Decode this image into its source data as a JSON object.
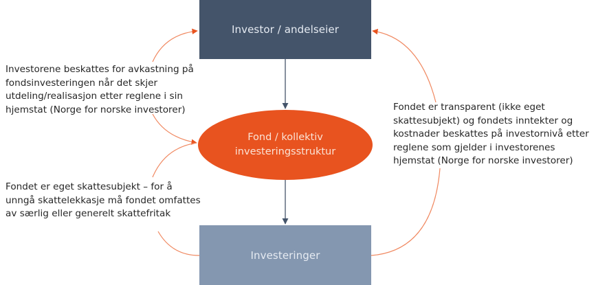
{
  "diagram": {
    "nodes": {
      "investor": {
        "label": "Investor / andelseier",
        "color": "#44546A"
      },
      "fund": {
        "label_lines": [
          "Fond / kollektiv",
          "investeringsstruktur"
        ],
        "color": "#E8531F"
      },
      "investments": {
        "label": "Investeringer",
        "color": "#8497B0"
      }
    },
    "notes": {
      "left_top": "Investorene beskattes for avkastning på fondsinvesteringen når det skjer utdeling/realisasjon etter reglene i sin hjemstat (Norge for norske investorer)",
      "left_bottom": "Fondet er eget skattesubjekt – for å unngå skattelekkasje må fondet omfattes av særlig eller generelt skattefritak",
      "right": "Fondet er transparent (ikke eget skattesubjekt) og fondets inntekter og kostnader beskattes på investornivå etter reglene som gjelder i investorenes hjemstat (Norge for norske investorer)"
    },
    "edges": [
      {
        "from": "investor",
        "to": "fund",
        "style": "straight"
      },
      {
        "from": "fund",
        "to": "investments",
        "style": "straight"
      },
      {
        "from": "fund",
        "to": "investor",
        "style": "curved-left",
        "via_note": "left_top"
      },
      {
        "from": "investments",
        "to": "fund",
        "style": "curved-left",
        "via_note": "left_bottom"
      },
      {
        "from": "investments",
        "to": "investor",
        "style": "curved-right",
        "via_note": "right"
      }
    ],
    "colors": {
      "straight_arrow": "#44546A",
      "curved_arrow": "#F08860",
      "arrowhead": "#E8531F"
    }
  }
}
